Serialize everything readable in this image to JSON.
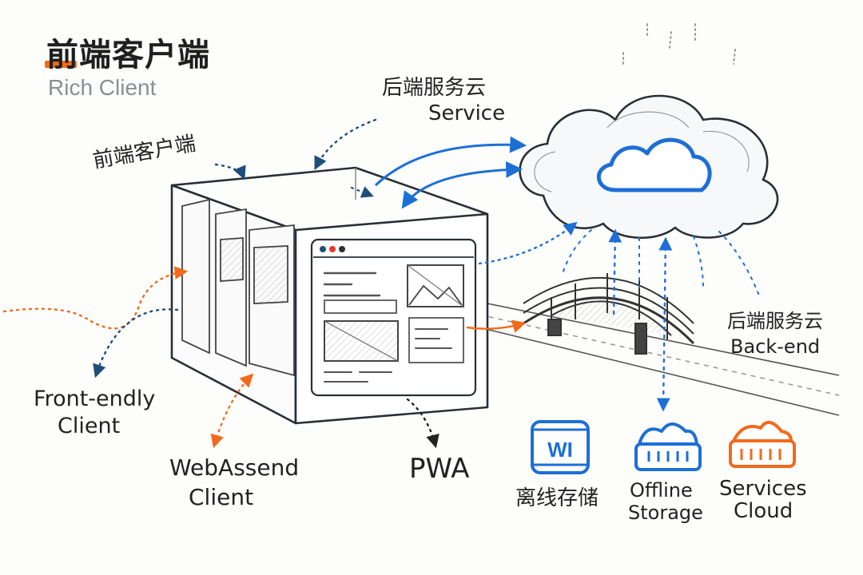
{
  "header": {
    "title": "前端客户端",
    "subtitle": "Rich Client"
  },
  "labels": {
    "frontend_cn": "前端客户端",
    "service_cn": "后端服务云",
    "service_en": "Service",
    "backend_cn": "后端服务云",
    "backend_en": "Back-end",
    "frontendly_1": "Front-endly",
    "frontendly_2": "Client",
    "webassend_1": "WebAssend",
    "webassend_2": "Client",
    "pwa": "PWA"
  },
  "icons": [
    {
      "name": "database-icon",
      "glyph": "WI",
      "label_lines": [
        "离线存储"
      ],
      "color": "#1d6fd6"
    },
    {
      "name": "storage-icon",
      "glyph": "",
      "label_lines": [
        "Offline",
        "Storage"
      ],
      "color": "#1d6fd6"
    },
    {
      "name": "services-cloud-icon",
      "glyph": "",
      "label_lines": [
        "Services",
        "Cloud"
      ],
      "color": "#f26a1b"
    }
  ],
  "colors": {
    "blue": "#1d6fd6",
    "dark_blue": "#1f4e7a",
    "orange": "#f26a1b",
    "ink": "#222222"
  }
}
